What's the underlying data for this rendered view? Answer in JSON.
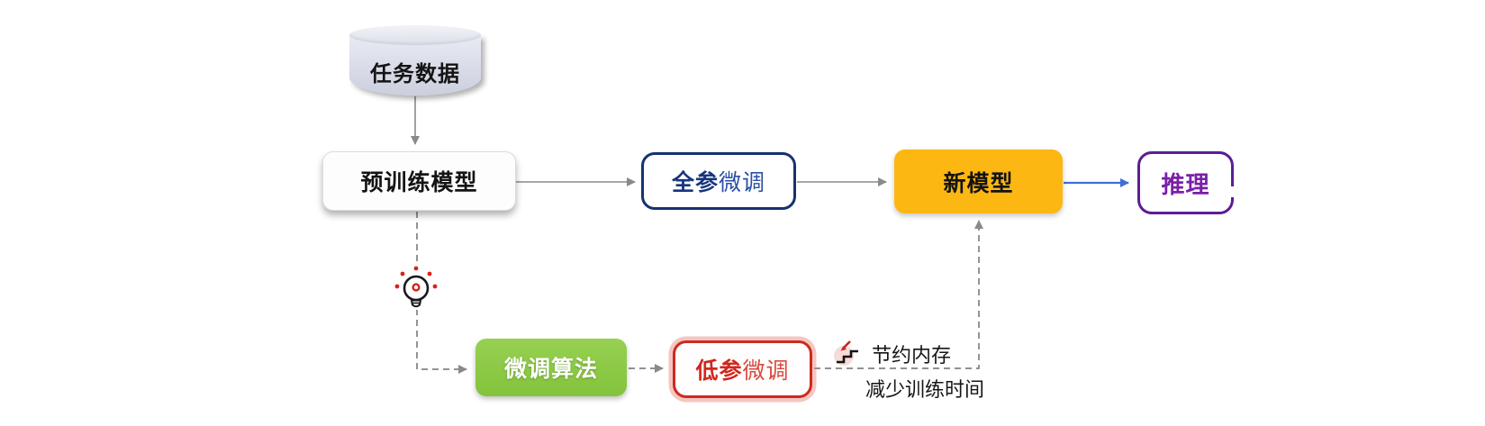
{
  "nodes": {
    "task_data": {
      "label": "任务数据",
      "shape": "cylinder",
      "fill": "#d9dce8"
    },
    "pretrained_model": {
      "label": "预训练模型",
      "fill": "#fdfdfd"
    },
    "full_param_finetune": {
      "label_strong": "全参",
      "label_rest": "微调",
      "border_color": "#16336e",
      "text_color": "#2a4fa5"
    },
    "new_model": {
      "label": "新模型",
      "fill": "#fcb713"
    },
    "inference": {
      "label": "推理",
      "border_color": "#5c1d94",
      "text_color": "#7a1fa8"
    },
    "finetune_algorithm": {
      "label": "微调算法",
      "fill": "#8ac63f",
      "text_color": "#ffffff"
    },
    "low_param_finetune": {
      "label_strong": "低参",
      "label_rest": "微调",
      "border_color": "#cb2b20",
      "text_color": "#d0271b"
    }
  },
  "annotations": {
    "save_memory": "节约内存",
    "reduce_training_time": "减少训练时间"
  },
  "icons": {
    "lightbulb": "idea-lightbulb-icon",
    "steps": "memory-decrease-steps-icon"
  },
  "colors": {
    "background": "#ffffff",
    "solid_arrow": "#8a8a8a",
    "dashed_arrow": "#828282",
    "blue_arrow": "#3f6fd1",
    "lightbulb_accent": "#d6241a",
    "steps_arrow": "#c8271d"
  }
}
